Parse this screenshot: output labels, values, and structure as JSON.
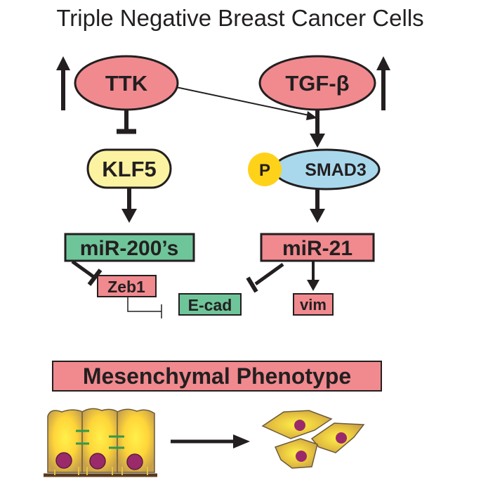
{
  "title": "Triple Negative Breast Cancer Cells",
  "nodes": {
    "ttk": "TTK",
    "tgfb": "TGF-β",
    "klf5": "KLF5",
    "phospho": "P",
    "smad3": "SMAD3",
    "mir200": "miR-200’s",
    "mir21": "miR-21",
    "zeb1": "Zeb1",
    "ecad": "E-cad",
    "vim": "vim"
  },
  "phenotype": "Mesenchymal Phenotype",
  "colors": {
    "pink": "#f08a8f",
    "yellow_node": "#fbf3a1",
    "blue_node": "#a9d8ec",
    "green_node": "#6fc59a",
    "phospho": "#ffd21a",
    "cell_body": "#c8a14a",
    "cell_glow": "#ffe227",
    "nucleus": "#9b2a6a",
    "junction": "#2f9a4a"
  }
}
